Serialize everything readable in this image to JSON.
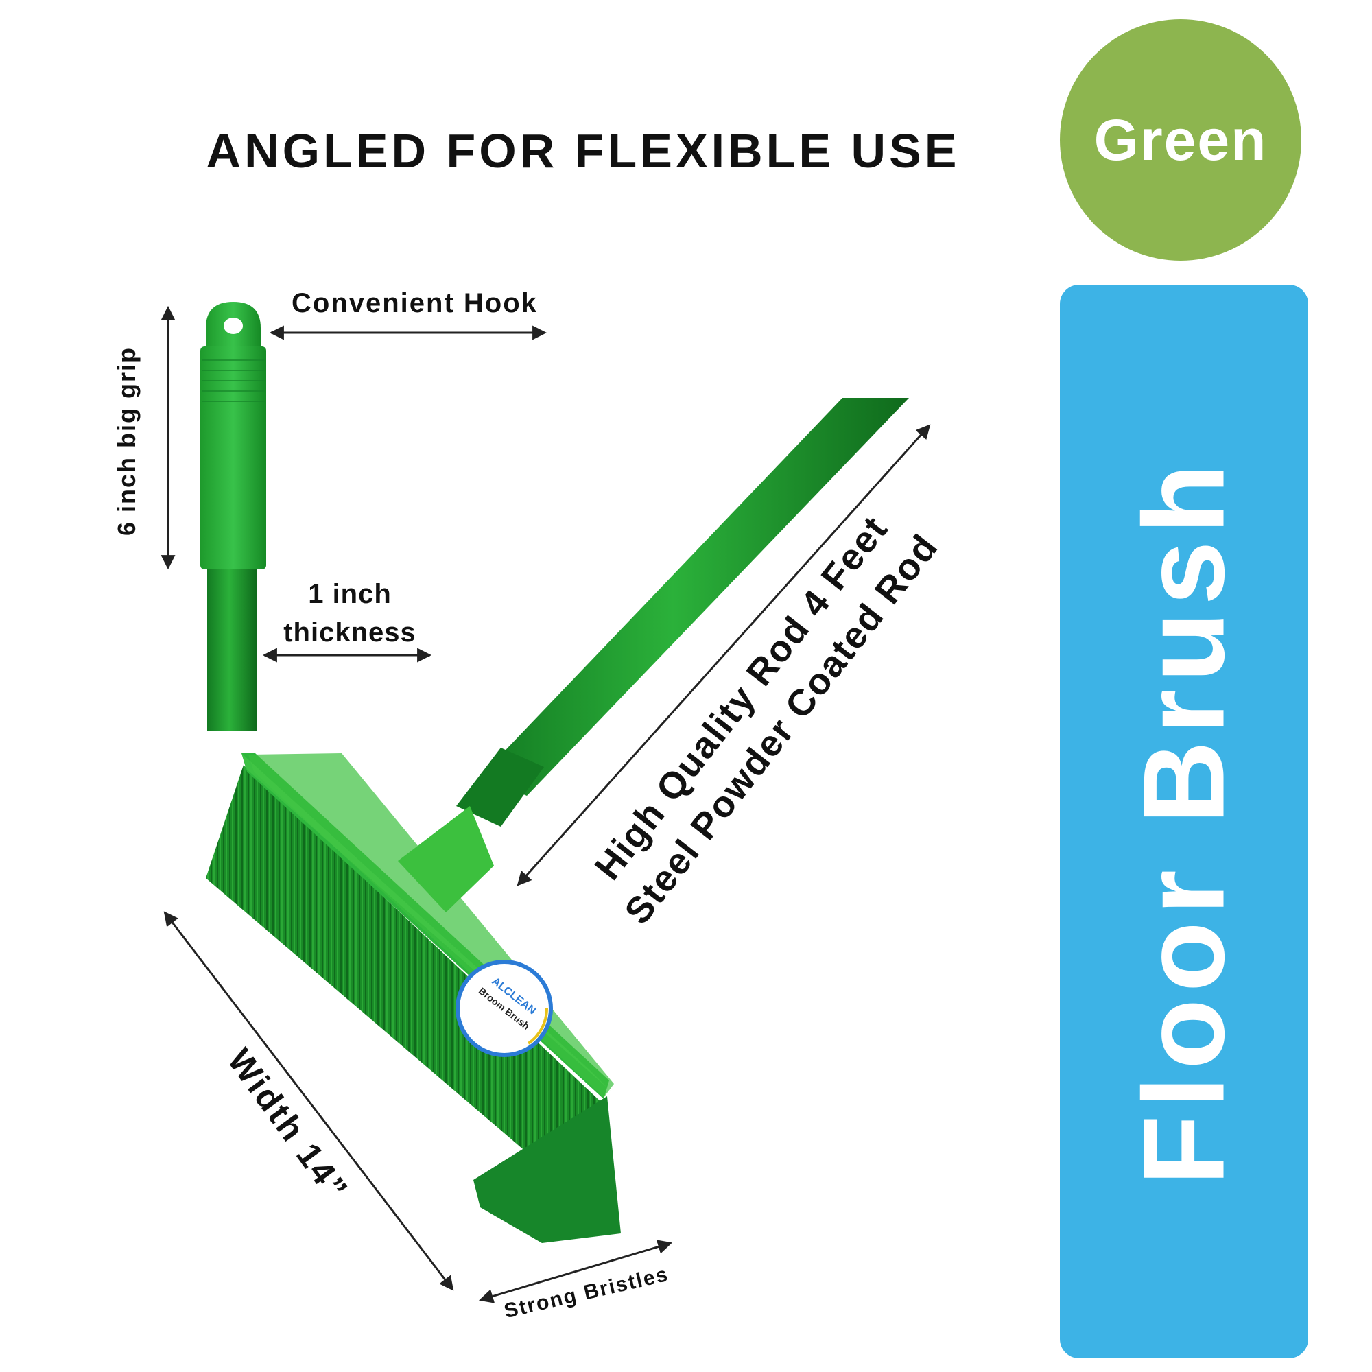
{
  "headline": "ANGLED FOR FLEXIBLE USE",
  "color_badge": {
    "label": "Green",
    "color": "#8db54f"
  },
  "product_type": {
    "label": "Floor Brush",
    "color": "#3db3e6"
  },
  "callouts": {
    "hook": "Convenient Hook",
    "grip": "6 inch big grip",
    "thickness_line1": "1 inch",
    "thickness_line2": "thickness",
    "rod_line1": "High Quality Rod 4 Feet",
    "rod_line2": "Steel Powder Coated Rod",
    "width": "Width 14”",
    "bristles": "Strong Bristles"
  },
  "brand": {
    "name": "ALCLEAN",
    "sticker_title": "Broom Brush"
  },
  "colors": {
    "product": "#1f9a2e",
    "product_dark": "#137a22",
    "product_light": "#3cc03e",
    "arrow": "#222222"
  }
}
